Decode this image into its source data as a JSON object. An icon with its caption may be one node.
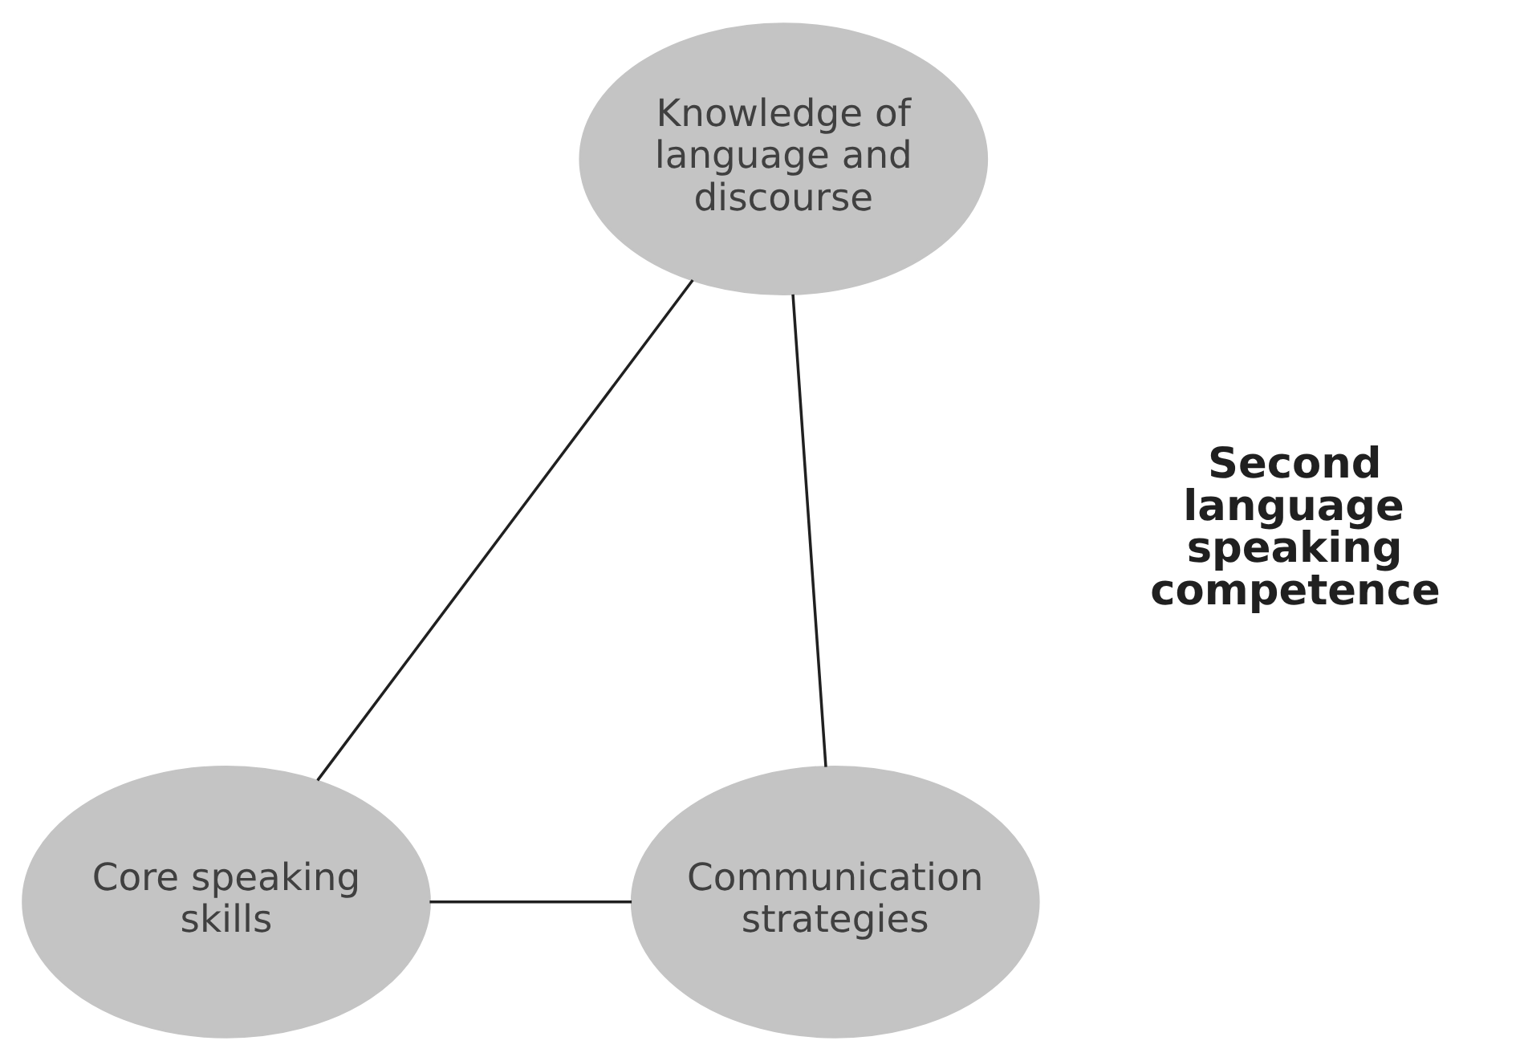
{
  "diagram": {
    "nodes": [
      {
        "text": [
          "Knowledge of language and discourse"
        ]
      },
      {
        "text": [
          "Core speaking skills"
        ]
      },
      {
        "text": [
          "Communication strategies"
        ]
      }
    ],
    "edges": [
      {
        "from": 0,
        "to": 1,
        "arrow": "none"
      },
      {
        "from": 0,
        "to": 2,
        "arrow": "none"
      },
      {
        "from": 1,
        "to": 2,
        "arrow": "none"
      }
    ],
    "labels": [
      "Second language speaking competence"
    ]
  }
}
